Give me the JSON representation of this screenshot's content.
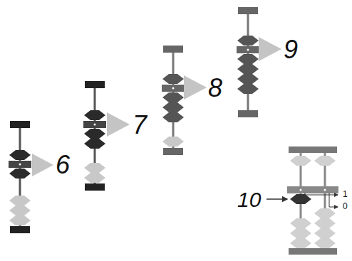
{
  "diagram": {
    "labels": [
      "6",
      "7",
      "8",
      "9",
      "10",
      "1",
      "0"
    ]
  }
}
